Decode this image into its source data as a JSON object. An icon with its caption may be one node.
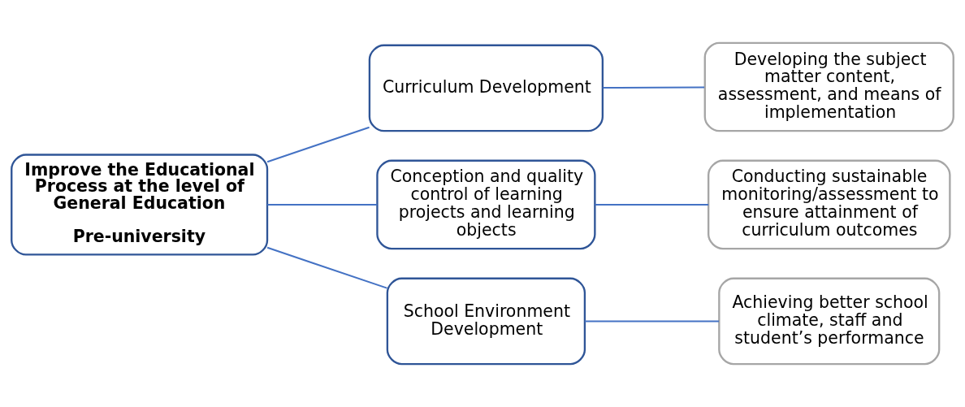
{
  "diagram": {
    "nodes": [
      {
        "text": [
          "Improve the Educational Process at the level of General Education",
          "Pre-university"
        ]
      },
      {
        "text": [
          "Curriculum Development"
        ]
      },
      {
        "text": [
          "Conception and quality control of learning projects and learning objects"
        ]
      },
      {
        "text": [
          "School Environment Development"
        ]
      },
      {
        "text": [
          "Developing the subject matter content, assessment, and means of implementation"
        ]
      },
      {
        "text": [
          "Conducting sustainable monitoring/assessment to ensure attainment of curriculum outcomes"
        ]
      },
      {
        "text": [
          "Achieving better school climate, staff and student’s performance"
        ]
      }
    ],
    "edges": [
      {
        "from": 0,
        "to": 1,
        "arrow": "none"
      },
      {
        "from": 0,
        "to": 2,
        "arrow": "none"
      },
      {
        "from": 0,
        "to": 3,
        "arrow": "none"
      },
      {
        "from": 1,
        "to": 4,
        "arrow": "none"
      },
      {
        "from": 2,
        "to": 5,
        "arrow": "none"
      },
      {
        "from": 3,
        "to": 6,
        "arrow": "none"
      }
    ]
  }
}
